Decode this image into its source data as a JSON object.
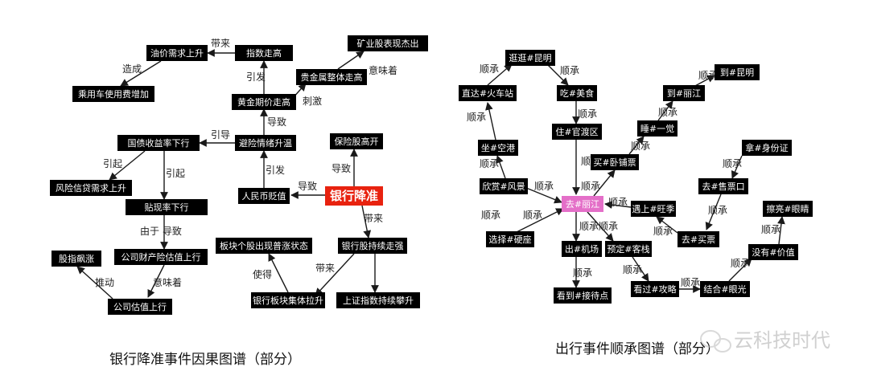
{
  "left_diagram": {
    "caption": "银行降准事件因果图谱（部分）",
    "nodes": {
      "oil_demand": "油价需求上升",
      "index_up": "指数走高",
      "mining_stocks": "矿业股表现杰出",
      "car_cost": "乘用车使用费增加",
      "precious_metals": "贵金属整体走高",
      "gold_futures": "黄金期价走高",
      "bond_yield": "国债收益率下行",
      "risk_aversion": "避险情绪升温",
      "insurance_up": "保险股高开",
      "risk_credit": "风险信贷需求上升",
      "rmb_depreciation": "人民币贬值",
      "bank_rrr_cut": "银行降准",
      "discount_rate": "贴现率下行",
      "sector_rise": "板块个股出现普涨状态",
      "bank_stocks": "银行股持续走强",
      "stock_index": "股指飙涨",
      "company_asset": "公司财产险估值上行",
      "bank_sector": "银行板块集体拉升",
      "sse_index": "上证指数持续攀升",
      "company_valuation": "公司估值上行"
    },
    "edge_labels": {
      "oil_to_index": "带来",
      "oil_to_car": "造成",
      "gold_to_index": "引发",
      "gold_to_metals": "刺激",
      "metals_to_mining": "意味着",
      "risk_to_gold": "导致",
      "risk_to_bond": "引导",
      "bond_to_credit": "引起",
      "bond_to_discount": "引起",
      "rmb_to_risk": "引发",
      "cut_to_rmb": "导致",
      "cut_to_insurance": "导致",
      "cut_to_bank": "带来",
      "discount_to_asset": "由于  导致",
      "bank_to_sector": "带来",
      "sector_to_sector": "使得",
      "valuation_to_index": "推动",
      "asset_to_valuation": "意味着"
    }
  },
  "right_diagram": {
    "caption": "出行事件顺承图谱（部分）",
    "nodes": {
      "stroll_kunming": "逛逛#昆明",
      "to_kunming": "到#昆明",
      "direct_train": "直达#火车站",
      "eat_food": "吃#美食",
      "to_lijiang_top": "到#丽江",
      "sleep": "睡#一觉",
      "stay_guandu": "住#官渡区",
      "take_id": "拿#身份证",
      "sit_airport": "坐#空港",
      "buy_sleeper": "买#卧铺票",
      "enjoy_scenery": "欣赏#风景",
      "go_lijiang": "去#丽江",
      "go_ticket": "去#售票口",
      "meet_wangji": "遇上#旺季",
      "wipe_eyes": "擦亮#眼睛",
      "hard_seat": "选择#硬座",
      "buy_ticket": "去#买票",
      "exit_airport": "出#机场",
      "book_inn": "预定#客栈",
      "no_value": "没有#价值",
      "see_guide": "看过#攻略",
      "combine_vision": "结合#眼光",
      "see_greeter": "看到#接待点"
    },
    "edge_label": "顺承"
  },
  "watermark": "云科技时代"
}
